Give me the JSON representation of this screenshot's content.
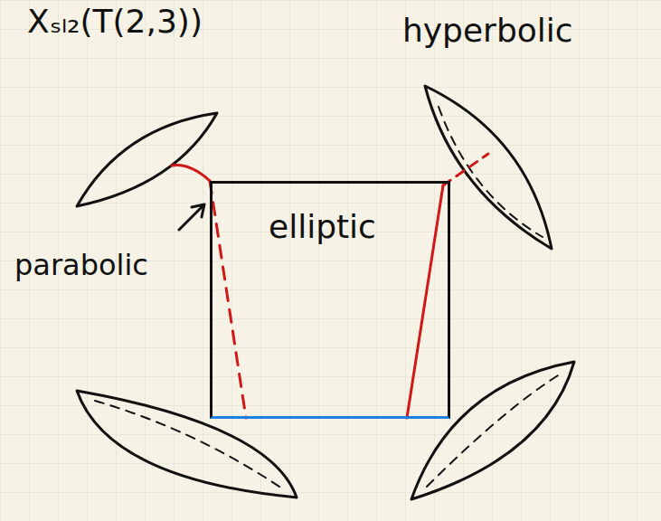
{
  "diagram": {
    "title": "Xₛₗ₂(T(2,3))",
    "nodes": [
      {
        "text": [
          "elliptic"
        ]
      }
    ],
    "labels": [
      "hyperbolic",
      "parabolic"
    ]
  }
}
